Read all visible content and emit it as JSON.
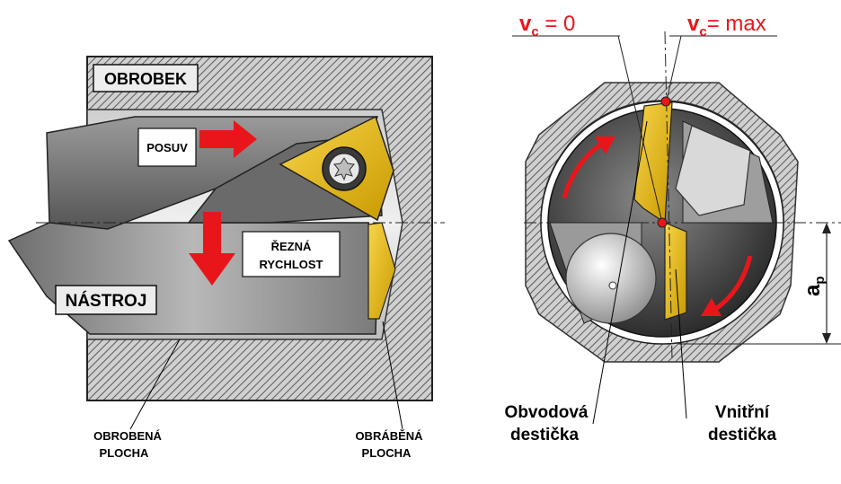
{
  "left_diagram": {
    "workpiece_label": "OBROBEK",
    "tool_label": "NÁSTROJ",
    "feed_label": "POSUV",
    "cutting_speed_label_line1": "ŘEZNÁ",
    "cutting_speed_label_line2": "RYCHLOST",
    "machined_surface_label_line1": "OBROBENÁ",
    "machined_surface_label_line2": "PLOCHA",
    "machining_surface_label_line1": "OBRÁBĚNÁ",
    "machining_surface_label_line2": "PLOCHA"
  },
  "right_diagram": {
    "vc_zero": {
      "symbol": "v",
      "subscript": "c",
      "rest": " = 0"
    },
    "vc_max": {
      "symbol": "v",
      "subscript": "c",
      "rest": "= max"
    },
    "ap": {
      "symbol": "a",
      "subscript": "p"
    },
    "peripheral_insert_line1": "Obvodová",
    "peripheral_insert_line2": "destička",
    "inner_insert_line1": "Vnitřní",
    "inner_insert_line2": "destička"
  },
  "colors": {
    "accent_red": "#e8161b",
    "insert_yellow": "#f2c200",
    "hatch_grey": "#8a8a8a"
  }
}
